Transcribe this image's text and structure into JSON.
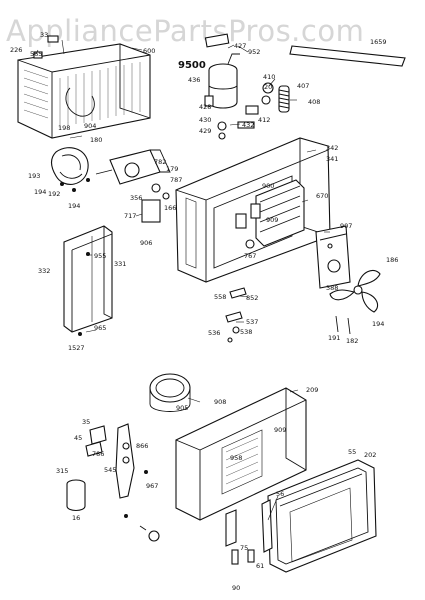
{
  "watermark": "AppliancePartsPros.com",
  "callouts": [
    {
      "id": "c226",
      "text": "226"
    },
    {
      "id": "c33",
      "text": "33"
    },
    {
      "id": "c565",
      "text": "565"
    },
    {
      "id": "c600",
      "text": "600"
    },
    {
      "id": "c427",
      "text": "427"
    },
    {
      "id": "c952",
      "text": "952"
    },
    {
      "id": "c1659",
      "text": "1659"
    },
    {
      "id": "c9500",
      "text": "9500"
    },
    {
      "id": "c436",
      "text": "436"
    },
    {
      "id": "c410",
      "text": "410"
    },
    {
      "id": "c20",
      "text": "20"
    },
    {
      "id": "c407",
      "text": "407"
    },
    {
      "id": "c408",
      "text": "408"
    },
    {
      "id": "c428",
      "text": "428"
    },
    {
      "id": "c412",
      "text": "412"
    },
    {
      "id": "c430",
      "text": "430"
    },
    {
      "id": "c432",
      "text": "432"
    },
    {
      "id": "c429",
      "text": "429"
    },
    {
      "id": "c198",
      "text": "198"
    },
    {
      "id": "c904",
      "text": "904"
    },
    {
      "id": "c180",
      "text": "180"
    },
    {
      "id": "c342",
      "text": "342"
    },
    {
      "id": "c341",
      "text": "341"
    },
    {
      "id": "c193",
      "text": "193"
    },
    {
      "id": "c194a",
      "text": "194"
    },
    {
      "id": "c192",
      "text": "192"
    },
    {
      "id": "c194b",
      "text": "194"
    },
    {
      "id": "c782",
      "text": "782"
    },
    {
      "id": "c179",
      "text": "179"
    },
    {
      "id": "c787",
      "text": "787"
    },
    {
      "id": "c356",
      "text": "356"
    },
    {
      "id": "c166",
      "text": "166"
    },
    {
      "id": "c900",
      "text": "900"
    },
    {
      "id": "c670",
      "text": "670"
    },
    {
      "id": "c717",
      "text": "717"
    },
    {
      "id": "c909",
      "text": "909"
    },
    {
      "id": "c907",
      "text": "907"
    },
    {
      "id": "c186",
      "text": "186"
    },
    {
      "id": "c906",
      "text": "906"
    },
    {
      "id": "c332",
      "text": "332"
    },
    {
      "id": "c331",
      "text": "331"
    },
    {
      "id": "c955",
      "text": "955"
    },
    {
      "id": "c767",
      "text": "767"
    },
    {
      "id": "c388",
      "text": "388"
    },
    {
      "id": "c558",
      "text": "558"
    },
    {
      "id": "c852",
      "text": "852"
    },
    {
      "id": "c537",
      "text": "537"
    },
    {
      "id": "c538",
      "text": "538"
    },
    {
      "id": "c536",
      "text": "536"
    },
    {
      "id": "c191",
      "text": "191"
    },
    {
      "id": "c182",
      "text": "182"
    },
    {
      "id": "c194c",
      "text": "194"
    },
    {
      "id": "c965",
      "text": "965"
    },
    {
      "id": "c1527",
      "text": "1527"
    },
    {
      "id": "c908",
      "text": "908"
    },
    {
      "id": "c905",
      "text": "905"
    },
    {
      "id": "c209",
      "text": "209"
    },
    {
      "id": "c35",
      "text": "35"
    },
    {
      "id": "c45",
      "text": "45"
    },
    {
      "id": "c786",
      "text": "786"
    },
    {
      "id": "c315",
      "text": "315"
    },
    {
      "id": "c545",
      "text": "545"
    },
    {
      "id": "c866",
      "text": "866"
    },
    {
      "id": "c967",
      "text": "967"
    },
    {
      "id": "c16",
      "text": "16"
    },
    {
      "id": "c909b",
      "text": "909"
    },
    {
      "id": "c958",
      "text": "958"
    },
    {
      "id": "c55",
      "text": "55"
    },
    {
      "id": "c202",
      "text": "202"
    },
    {
      "id": "c56",
      "text": "56"
    },
    {
      "id": "c75",
      "text": "75"
    },
    {
      "id": "c61",
      "text": "61"
    },
    {
      "id": "c90",
      "text": "90"
    }
  ]
}
